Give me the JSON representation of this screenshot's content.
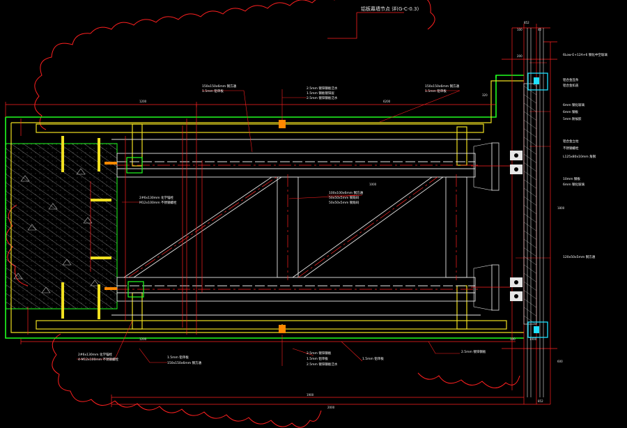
{
  "drawing": {
    "title_callout": "铝板幕墙节点 详(G-C-0.3)",
    "colors": {
      "background": "#000000",
      "red": "#ff2020",
      "yellow": "#f0e020",
      "green": "#20ff20",
      "white": "#e6e6e6",
      "cyan": "#20e0ff",
      "gray": "#a0a0a0"
    },
    "dimensions": {
      "top_left": "1200",
      "top_right_1": "852",
      "top_right_2": "100",
      "top_right_3": "40",
      "top_right_4": "200",
      "mid_right": "320",
      "center_span": "6200",
      "truss_span": "1000",
      "bottom_left": "1200",
      "bottom_total_1": "1900",
      "bottom_total_2": "2000",
      "right_height": "1800",
      "right_small": "600",
      "bottom_right_1": "100",
      "bottom_right_2": "1400",
      "bottom_right_3": "852"
    },
    "annotations": {
      "top_a1": "150x150x6mm 钢方通",
      "top_a2": "1.5mm 铝单板",
      "top_b1": "2.5mm 镀锌钢板泛水",
      "top_b2": "1.5mm 钢板镀锌层",
      "top_b3": "2.5mm 镀锌钢板泛水",
      "top_c1": "150x150x6mm 钢方通",
      "top_c2": "1.5mm 铝单板",
      "mid_left1": "2#6x130mm 化学锚栓",
      "mid_left2": "M12x100mm 不锈钢螺栓",
      "mid_center1": "100x100x6mm 钢方通",
      "mid_center2": "50x50x5mm 钢角码",
      "mid_center3": "50x50x5mm 钢角码",
      "right1": "6Low-E+12A+6 钢化中空玻璃",
      "right2": "铝合金压条",
      "right3": "铝合金扣盖",
      "right4": "6mm 钢化玻璃",
      "right5": "6mm 钢板",
      "right6": "5mm 耐候胶",
      "right7": "铝合金立柱",
      "right8": "不锈钢螺栓",
      "right9": "L125x80x10mm 角钢",
      "right10": "10mm 钢板",
      "right11": "6mm 钢化玻璃",
      "right12": "120x50x5mm 钢方通",
      "bottom_a1": "2#6x130mm 化学锚栓",
      "bottom_a2": "4-M12x100mm 不锈钢螺栓",
      "bottom_b1": "1.5mm 铝单板",
      "bottom_b2": "150x150x6mm 钢方通",
      "bottom_c1": "2.5mm 镀锌钢板",
      "bottom_c2": "1.5mm 铝单板",
      "bottom_c3": "2.5mm 镀锌钢板泛水",
      "bottom_d": "1.5mm 铝单板",
      "bottom_e": "2.5mm 镀锌钢板"
    }
  }
}
